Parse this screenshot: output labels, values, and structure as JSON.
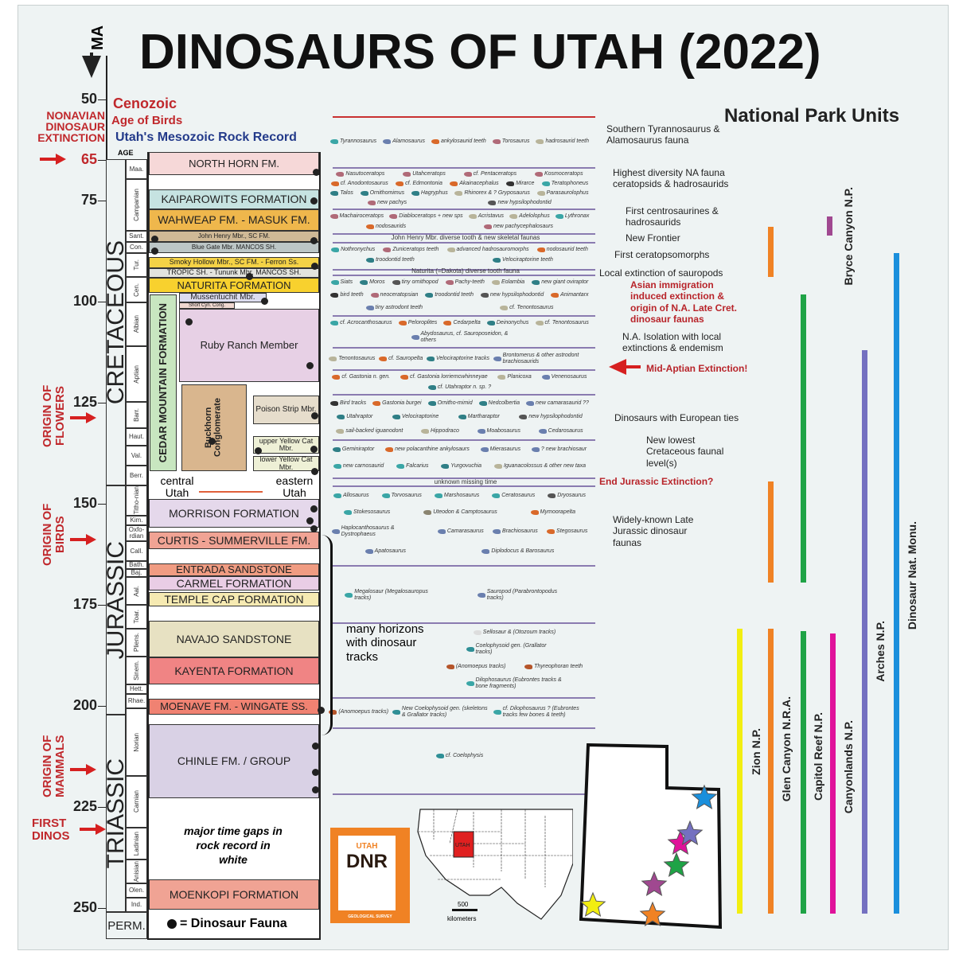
{
  "title": "DINOSAURS OF UTAH (2022)",
  "national_park_units": "National Park Units",
  "axis": {
    "unit": "MA",
    "ticks": [
      "50",
      "65",
      "75",
      "100",
      "125",
      "150",
      "175",
      "200",
      "225",
      "250"
    ]
  },
  "headers": {
    "cenozoic": "Cenozoic",
    "age_of_birds": "Age of Birds",
    "rock_record": "Utah's Mesozoic Rock Record",
    "age": "AGE"
  },
  "events_left": {
    "extinction": [
      "NONAVIAN",
      "DINOSAUR",
      "EXTINCTION"
    ],
    "flowers": "ORIGIN OF FLOWERS",
    "birds": "ORIGIN OF BIRDS",
    "mammals": "ORIGIN OF MAMMALS",
    "first_dinos": "FIRST DINOS"
  },
  "periods": [
    "CRETACEOUS",
    "JURASSIC",
    "TRIASSIC",
    "PERM."
  ],
  "stages": [
    "Maa.",
    "Campanian",
    "Sant.",
    "Con.",
    "Tur.",
    "Cen.",
    "Albian",
    "Aptian",
    "Barr.",
    "Haut.",
    "Val.",
    "Berr.",
    "Titho-nian",
    "Kim.",
    "Oxfo-rdian",
    "Call.",
    "Bath.",
    "Baj.",
    "Aal.",
    "Toar.",
    "Pliens.",
    "Sinem.",
    "Hett.",
    "Rhae.",
    "Norian",
    "Carnian",
    "Ladinian",
    "Anisian",
    "Olen.",
    "Ind."
  ],
  "formations": [
    {
      "name": "NORTH HORN FM.",
      "color": "#f6d8d8"
    },
    {
      "name": "KAIPAROWITS FORMATION",
      "color": "#c6e3e1"
    },
    {
      "name": "WAHWEAP FM. - MASUK FM.",
      "color": "#efb74c"
    },
    {
      "name": "John Henry Mbr., SC FM.",
      "color": "#cfb996"
    },
    {
      "name": "Blue Gate Mbr. MANCOS SH.",
      "color": "#bcc6c6"
    },
    {
      "name": "Smoky Hollow Mbr., SC FM. - Ferron Ss.",
      "color": "#f4d246"
    },
    {
      "name": "TROPIC SH. - Tununk Mbr.  MANCOS SH.",
      "color": "#e2e3de"
    },
    {
      "name": "NATURITA FORMATION",
      "color": "#f8d12e"
    },
    {
      "name": "Mussentuchit Mbr.",
      "color": "#dcdcef"
    },
    {
      "name": "Short Cyn. Cong.",
      "color": "#f0d8d0"
    },
    {
      "name": "CEDAR MOUNTAIN FORMATION",
      "color": "#c8e6c0"
    },
    {
      "name": "Ruby Ranch Member",
      "color": "#e7d0e5"
    },
    {
      "name": "Buckhorn Conglomerate",
      "color": "#d9b68e"
    },
    {
      "name": "Poison Strip Mbr.",
      "color": "#e6ddcc"
    },
    {
      "name": "upper Yellow Cat Mbr.",
      "color": "#eef0d6"
    },
    {
      "name": "lower Yellow Cat Mbr.",
      "color": "#eef0d6"
    },
    {
      "name": "MORRISON FORMATION",
      "color": "#e5d8eb"
    },
    {
      "name": "CURTIS - SUMMERVILLE FM.",
      "color": "#f0a394"
    },
    {
      "name": "ENTRADA SANDSTONE",
      "color": "#f09c82"
    },
    {
      "name": "CARMEL FORMATION",
      "color": "#e9cde5"
    },
    {
      "name": "TEMPLE CAP FORMATION",
      "color": "#f6eab2"
    },
    {
      "name": "NAVAJO SANDSTONE",
      "color": "#e7e1c2"
    },
    {
      "name": "KAYENTA FORMATION",
      "color": "#f08484"
    },
    {
      "name": "MOENAVE FM. - WINGATE SS.",
      "color": "#f08272"
    },
    {
      "name": "CHINLE FM. / GROUP",
      "color": "#d9d1e5"
    },
    {
      "name": "MOENKOPI FORMATION",
      "color": "#f0a394"
    }
  ],
  "region_labels": {
    "central": "central Utah",
    "eastern": "eastern Utah"
  },
  "gap_note": "major time gaps in rock record in white",
  "legend": "= Dinosaur Fauna",
  "fauna_bands": [
    {
      "items": [
        [
          "Tyrannosaurus",
          "#3aa6a6"
        ],
        [
          "Alamosaurus",
          "#6a7fae"
        ],
        [
          "ankylosaurid teeth",
          "#d9692a"
        ],
        [
          "Torosaurus",
          "#b06a78"
        ],
        [
          "hadrosaurid teeth",
          "#b8b49a"
        ]
      ]
    },
    {
      "items": [
        [
          "Nasutoceratops",
          "#b06a78"
        ],
        [
          "Utahceratops",
          "#b06a78"
        ],
        [
          "cf. Pentaceratops",
          "#b06a78"
        ],
        [
          "Kosmoceratops",
          "#b06a78"
        ],
        [
          "cf. Anodontosaurus",
          "#d9692a"
        ],
        [
          "cf. Edmontonia",
          "#d9692a"
        ],
        [
          "Akainacephalus",
          "#d9692a"
        ],
        [
          "Mirarce",
          "#333333"
        ],
        [
          "Teratophoneus",
          "#3aa6a6"
        ],
        [
          "Talos",
          "#2f7f86"
        ],
        [
          "Ornithomimus",
          "#2f7f86"
        ],
        [
          "Hagryphus",
          "#2f7f86"
        ],
        [
          "Rhinorex & ? Gryposaurus",
          "#b8b49a"
        ],
        [
          "Parasaurolophus",
          "#b8b49a"
        ],
        [
          "new pachys",
          "#b06a78"
        ],
        [
          "new hypsilophodontid",
          "#555555"
        ]
      ]
    },
    {
      "items": [
        [
          "Machairoceratops",
          "#b06a78"
        ],
        [
          "Diabloceratops + new sps",
          "#b06a78"
        ],
        [
          "Acristavus",
          "#b8b49a"
        ],
        [
          "Adelolophus",
          "#b8b49a"
        ],
        [
          "Lythronax",
          "#3aa6a6"
        ],
        [
          "nodosaurids",
          "#d9692a"
        ],
        [
          "new pachycephalosaurs",
          "#b06a78"
        ]
      ]
    },
    {
      "items": [
        [
          "Nothronychus",
          "#3aa6a6"
        ],
        [
          "Zuniceratops teeth",
          "#b06a78"
        ],
        [
          "advanced hadrosauromorphs",
          "#b8b49a"
        ],
        [
          "nodosaurid teeth",
          "#d9692a"
        ],
        [
          "troodontid teeth",
          "#2f7f86"
        ],
        [
          "Velociraptorine teeth",
          "#2f7f86"
        ]
      ]
    },
    {
      "items": [
        [
          "Siats",
          "#3aa6a6"
        ],
        [
          "Moros",
          "#2f7f86"
        ],
        [
          "tiny ornithopod",
          "#555555"
        ],
        [
          "Pachy-teeth",
          "#b06a78"
        ],
        [
          "Eolambia",
          "#b8b49a"
        ],
        [
          "new giant oviraptor",
          "#2f7f86"
        ],
        [
          "bird teeth",
          "#333333"
        ],
        [
          "neoceratopsian",
          "#b06a78"
        ],
        [
          "troodontid teeth",
          "#2f7f86"
        ],
        [
          "new hypsilophodontid",
          "#555555"
        ],
        [
          "Animantarx",
          "#d9692a"
        ],
        [
          "tiny astrodont teeth",
          "#6a7fae"
        ],
        [
          "cf. Tenontosaurus",
          "#b8b49a"
        ]
      ]
    },
    {
      "items": [
        [
          "cf. Acrocanthosaurus",
          "#3aa6a6"
        ],
        [
          "Peloroplites",
          "#d9692a"
        ],
        [
          "Cedarpelta",
          "#d9692a"
        ],
        [
          "Deinonychus",
          "#2f7f86"
        ],
        [
          "cf. Tenontosaurus",
          "#b8b49a"
        ],
        [
          "Abydosaurus, cf. Sauroposeidon, & others",
          "#6a7fae"
        ]
      ]
    },
    {
      "items": [
        [
          "Tenontosaurus",
          "#b8b49a"
        ],
        [
          "cf. Sauropelta",
          "#d9692a"
        ],
        [
          "Velociraptorine tracks",
          "#2f7f86"
        ],
        [
          "Brontomerus & other astrodont brachiosaurids",
          "#6a7fae"
        ]
      ]
    },
    {
      "items": [
        [
          "cf. Gastonia n. gen.",
          "#d9692a"
        ],
        [
          "cf. Gastonia lorriemcwhinneyae",
          "#d9692a"
        ],
        [
          "Planicoxa",
          "#b8b49a"
        ],
        [
          "Venenosaurus",
          "#6a7fae"
        ],
        [
          "cf. Utahraptor n. sp. ?",
          "#2f7f86"
        ]
      ]
    },
    {
      "items": [
        [
          "Bird tracks",
          "#333333"
        ],
        [
          "Gastonia burgei",
          "#d9692a"
        ],
        [
          "Ornitho-mimid",
          "#2f7f86"
        ],
        [
          "Nedcolbertia",
          "#2f7f86"
        ],
        [
          "new camarasaurid ??",
          "#6a7fae"
        ],
        [
          "Utahraptor",
          "#2f7f86"
        ],
        [
          "Velociraptorine",
          "#2f7f86"
        ],
        [
          "Martharaptor",
          "#2f7f86"
        ],
        [
          "new hypsilophodontid",
          "#555555"
        ],
        [
          "sail-backed iguanodont",
          "#b8b49a"
        ],
        [
          "Hippodraco",
          "#b8b49a"
        ],
        [
          "Moabosaurus",
          "#6a7fae"
        ],
        [
          "Cedarosaurus",
          "#6a7fae"
        ]
      ]
    },
    {
      "items": [
        [
          "Geminiraptor",
          "#2f7f86"
        ],
        [
          "new polacanthine ankylosaurs",
          "#d9692a"
        ],
        [
          "Mierasaurus",
          "#6a7fae"
        ],
        [
          "? new brachiosaur",
          "#6a7fae"
        ],
        [
          "new carnosaurid",
          "#3aa6a6"
        ],
        [
          "Falcarius",
          "#3aa6a6"
        ],
        [
          "Yurgovuchia",
          "#2f7f86"
        ],
        [
          "Iguanacolossus & other new taxa",
          "#b8b49a"
        ]
      ]
    },
    {
      "items": [
        [
          "Allosaurus",
          "#3aa6a6"
        ],
        [
          "Torvosaurus",
          "#3aa6a6"
        ],
        [
          "Marshosaurus",
          "#3aa6a6"
        ],
        [
          "Ceratosaurus",
          "#3aa6a6"
        ],
        [
          "Dryosaurus",
          "#555555"
        ],
        [
          "Stokesosaurus",
          "#3aa6a6"
        ],
        [
          "Uteodon & Camptosaurus",
          "#8a8470"
        ],
        [
          "Mymoorapelta",
          "#d9692a"
        ],
        [
          "Haplocanthosaurus & Dystrophaeus",
          "#6a7fae"
        ],
        [
          "Camarasaurus",
          "#6a7fae"
        ],
        [
          "Brachiosaurus",
          "#6a7fae"
        ],
        [
          "Stegosaurus",
          "#d9692a"
        ],
        [
          "Apatosaurus",
          "#6a7fae"
        ],
        [
          "Diplodocus & Barosaurus",
          "#6a7fae"
        ]
      ]
    },
    {
      "items": [
        [
          "Megalosaur (Megalosauropus tracks)",
          "#3aa6a6"
        ],
        [
          "Sauropod (Parabrontopodus tracks)",
          "#6a7fae"
        ]
      ]
    },
    {
      "items": [
        [
          "Sellosaur & (Otozoum tracks)",
          "#dddddd"
        ],
        [
          "Coelophysoid gen. (Grallator tracks)",
          "#2f8f96"
        ],
        [
          "(Anomoepus tracks)",
          "#b5552a"
        ],
        [
          "Thyreophoran teeth",
          "#b5552a"
        ],
        [
          "Dilophosaurus (Eubrontes tracks & bone fragments)",
          "#3aa6a6"
        ]
      ]
    },
    {
      "items": [
        [
          "(Anomoepus tracks)",
          "#b5552a"
        ],
        [
          "New Coelophysoid gen. (skeletons & Grallator tracks)",
          "#2f8f96"
        ],
        [
          "cf. Dilophosaurus ? (Eubrontes tracks few bones & teeth)",
          "#3aa6a6"
        ]
      ]
    },
    {
      "items": [
        [
          "cf. Coelophysis",
          "#2f8f96"
        ]
      ]
    }
  ],
  "band_line_notes": {
    "john_henry": "John Henry Mbr. diverse tooth & new skeletal faunas",
    "naturita": "Naturita (=Dakota) diverse tooth fauna",
    "missing": "unknown missing time"
  },
  "many_horizons": "many horizons with dinosaur tracks",
  "annotations": [
    {
      "text": "Southern Tyrannosaurus & Alamosaurus fauna",
      "red": false
    },
    {
      "text": "Highest diversity NA fauna ceratopsids & hadrosaurids",
      "red": false
    },
    {
      "text": "First centrosaurines & hadrosaurids",
      "red": false
    },
    {
      "text": "New Frontier",
      "red": false
    },
    {
      "text": "First ceratopsomorphs",
      "red": false
    },
    {
      "text": "Local extinction of sauropods",
      "red": false
    },
    {
      "text": "Asian immigration induced extinction & origin of N.A. Late Cret. dinosaur faunas",
      "red": true
    },
    {
      "text": "N.A. Isolation with local extinctions & endemism",
      "red": false
    },
    {
      "text": "Mid-Aptian Extinction!",
      "red": true
    },
    {
      "text": "Dinosaurs with European ties",
      "red": false
    },
    {
      "text": "New lowest Cretaceous faunal level(s)",
      "red": false
    },
    {
      "text": "End Jurassic Extinction?",
      "red": true
    },
    {
      "text": "Widely-known Late Jurassic dinosaur faunas",
      "red": false
    }
  ],
  "parks": [
    {
      "name": "Zion N.P.",
      "color": "#f2ee10"
    },
    {
      "name": "Glen Canyon N.R.A.",
      "color": "#f08224"
    },
    {
      "name": "Capitol Reef N.P.",
      "color": "#1fa346"
    },
    {
      "name": "Canyonlands N.P.",
      "color": "#e0129a"
    },
    {
      "name": "Bryce Canyon N.P.",
      "color": "#a04890"
    },
    {
      "name": "Arches N.P.",
      "color": "#7470c0"
    },
    {
      "name": "Dinosaur Nat. Monu.",
      "color": "#1a8fdc"
    }
  ],
  "map": {
    "state_label": "UTAH",
    "scale_value": "500",
    "scale_unit": "kilometers",
    "highlight_color": "#e02020"
  },
  "logo": {
    "top": "UTAH",
    "main": "DNR",
    "bottom": "GEOLOGICAL SURVEY",
    "color": "#f08224"
  }
}
